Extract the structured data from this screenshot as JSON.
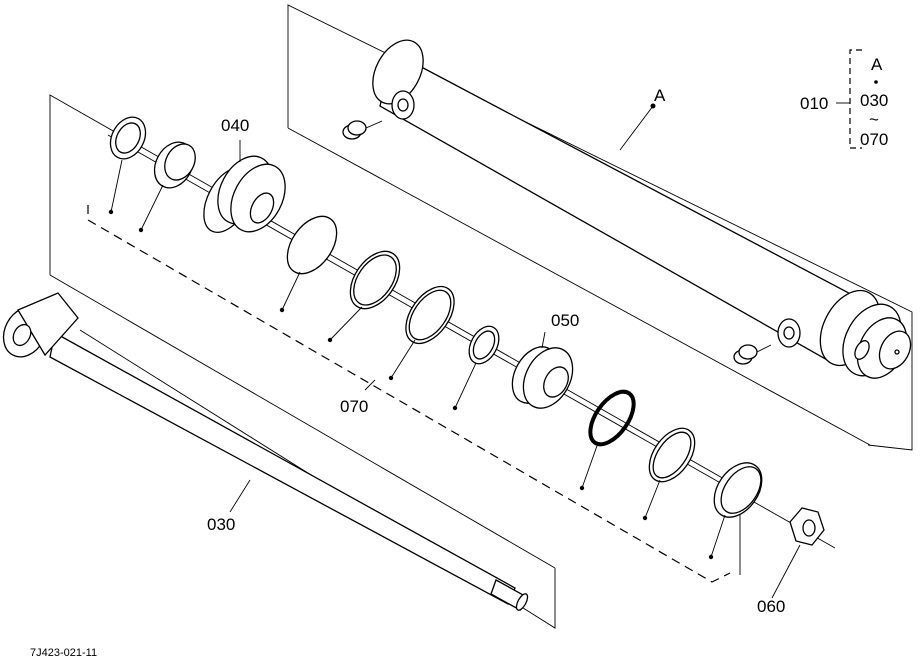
{
  "labels": {
    "part_040": "040",
    "part_050": "050",
    "part_070": "070",
    "part_030": "030",
    "part_060": "060",
    "ref_a": "A"
  },
  "bracket": {
    "assembly": "010",
    "item_a": "A",
    "item_from": "030",
    "tilde": "~",
    "item_to": "070"
  },
  "figure_code": "7J423-021-11"
}
